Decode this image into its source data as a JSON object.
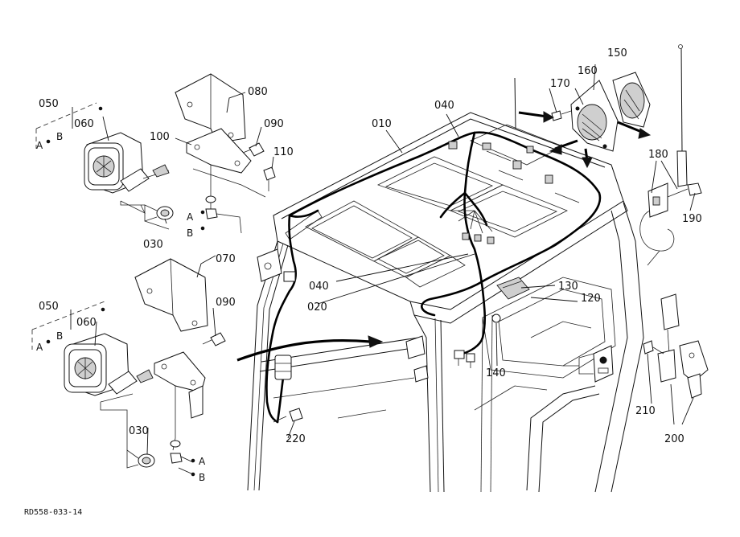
{
  "diagram": {
    "reference_code": "RD558-033-14",
    "part_labels": [
      {
        "id": "010",
        "text": "010"
      },
      {
        "id": "020",
        "text": "020"
      },
      {
        "id": "030a",
        "text": "030"
      },
      {
        "id": "030b",
        "text": "030"
      },
      {
        "id": "040a",
        "text": "040"
      },
      {
        "id": "040b",
        "text": "040"
      },
      {
        "id": "050a",
        "text": "050"
      },
      {
        "id": "050b",
        "text": "050"
      },
      {
        "id": "060a",
        "text": "060"
      },
      {
        "id": "060b",
        "text": "060"
      },
      {
        "id": "070",
        "text": "070"
      },
      {
        "id": "080",
        "text": "080"
      },
      {
        "id": "090a",
        "text": "090"
      },
      {
        "id": "090b",
        "text": "090"
      },
      {
        "id": "100",
        "text": "100"
      },
      {
        "id": "110",
        "text": "110"
      },
      {
        "id": "120",
        "text": "120"
      },
      {
        "id": "130",
        "text": "130"
      },
      {
        "id": "140",
        "text": "140"
      },
      {
        "id": "150",
        "text": "150"
      },
      {
        "id": "160",
        "text": "160"
      },
      {
        "id": "170",
        "text": "170"
      },
      {
        "id": "180",
        "text": "180"
      },
      {
        "id": "190",
        "text": "190"
      },
      {
        "id": "200",
        "text": "200"
      },
      {
        "id": "210",
        "text": "210"
      },
      {
        "id": "220",
        "text": "220"
      }
    ],
    "letter_labels": [
      {
        "id": "A1",
        "text": "A"
      },
      {
        "id": "B1",
        "text": "B"
      },
      {
        "id": "A2",
        "text": "A"
      },
      {
        "id": "B2",
        "text": "B"
      },
      {
        "id": "A3",
        "text": "A"
      },
      {
        "id": "B3",
        "text": "B"
      },
      {
        "id": "A4",
        "text": "A"
      },
      {
        "id": "B4",
        "text": "B"
      }
    ]
  }
}
